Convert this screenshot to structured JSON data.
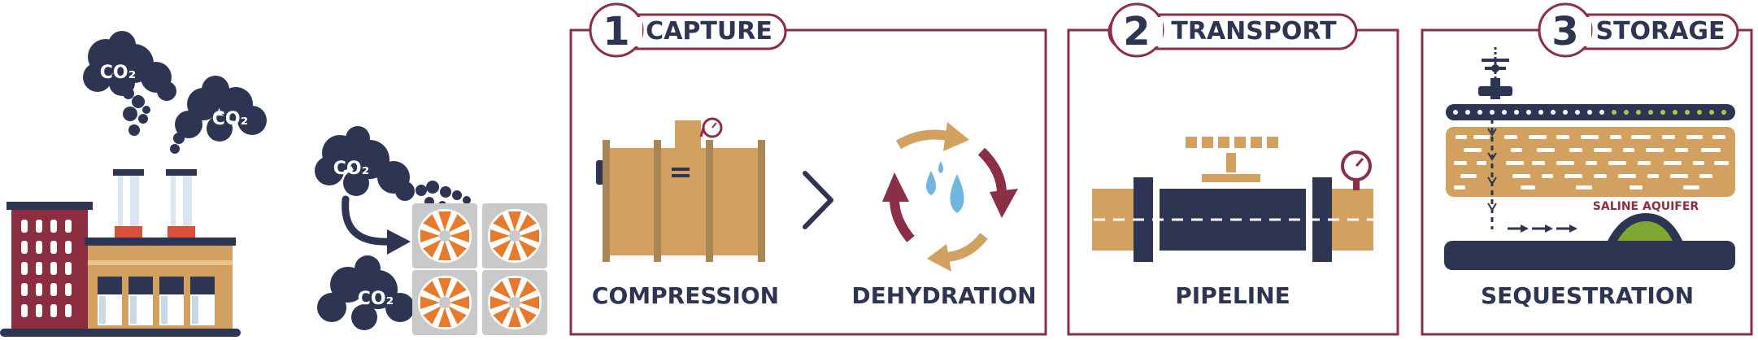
{
  "colors": {
    "navy": "#2e3553",
    "maroon": "#8a2f45",
    "tan": "#d3a15f",
    "brick": "#8a2e40",
    "grey": "#c8c8c8",
    "orange": "#e87a2e",
    "green": "#7fa833",
    "lime": "#a5c94a",
    "red": "#d9503a",
    "light_blue": "#6fb6e0"
  },
  "emissions": {
    "cloud1": "CO₂",
    "cloud2": "CO₂",
    "cloud3": "CO₂",
    "cloud4": "CO₂"
  },
  "steps": [
    {
      "number": "1",
      "title": "CAPTURE",
      "labels": [
        "COMPRESSION",
        "DEHYDRATION"
      ]
    },
    {
      "number": "2",
      "title": "TRANSPORT",
      "labels": [
        "PIPELINE"
      ]
    },
    {
      "number": "3",
      "title": "STORAGE",
      "labels": [
        "SEQUESTRATION"
      ],
      "annotation": "SALINE AQUIFER"
    }
  ]
}
